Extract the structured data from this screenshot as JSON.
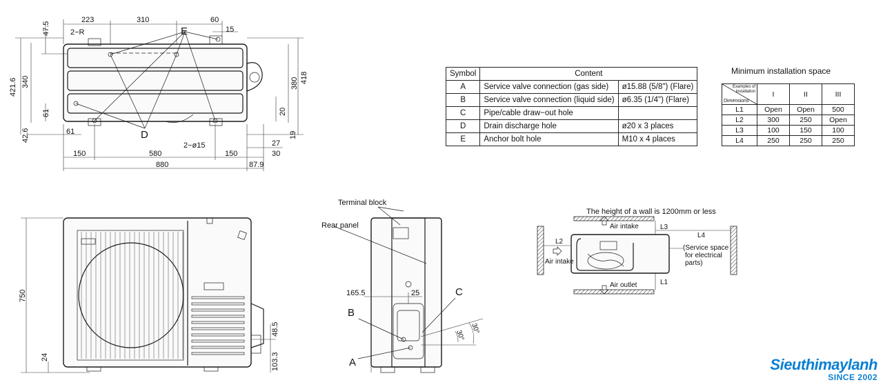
{
  "top_view": {
    "dims_top": [
      "223",
      "310",
      "60",
      "15"
    ],
    "label_2r": "2−R",
    "label_e": "E",
    "label_d": "D",
    "label_holes": "2−ø15",
    "dims_left": [
      "47.5",
      "421.6",
      "340",
      "61",
      "42.6",
      "61"
    ],
    "dims_right": [
      "380",
      "418",
      "20",
      "19",
      "27",
      "30"
    ],
    "dims_bottom": [
      "150",
      "580",
      "150",
      "880",
      "87.9"
    ]
  },
  "spec_table": {
    "headers": [
      "Symbol",
      "Content"
    ],
    "rows": [
      {
        "symbol": "A",
        "content": "Service valve connection (gas side)",
        "value": "ø15.88 (5/8\") (Flare)"
      },
      {
        "symbol": "B",
        "content": "Service valve connection (liquid side)",
        "value": "ø6.35 (1/4\") (Flare)"
      },
      {
        "symbol": "C",
        "content": "Pipe/cable draw−out hole",
        "value": ""
      },
      {
        "symbol": "D",
        "content": "Drain discharge hole",
        "value": "ø20 x 3 places"
      },
      {
        "symbol": "E",
        "content": "Anchor bolt hole",
        "value": "M10 x 4 places"
      }
    ]
  },
  "installation": {
    "title": "Minimum installation space",
    "corner_examples": "Examples of installation",
    "corner_dimensions": "Dimensions",
    "columns": [
      "I",
      "II",
      "III"
    ],
    "rows": [
      {
        "label": "L1",
        "values": [
          "Open",
          "Open",
          "500"
        ]
      },
      {
        "label": "L2",
        "values": [
          "300",
          "250",
          "Open"
        ]
      },
      {
        "label": "L3",
        "values": [
          "100",
          "150",
          "100"
        ]
      },
      {
        "label": "L4",
        "values": [
          "250",
          "250",
          "250"
        ]
      }
    ]
  },
  "front_view": {
    "dim_height": "750",
    "dim_bottom": "24",
    "dim_48": "48.5",
    "dim_103": "103.3"
  },
  "side_view": {
    "terminal_block": "Terminal block",
    "rear_panel": "Rear panel",
    "dim_165": "165.5",
    "dim_25": "25",
    "label_a": "A",
    "label_b": "B",
    "label_c": "C",
    "angle_1": "30°",
    "angle_2": "30°"
  },
  "space_diagram": {
    "wall_note": "The height of a wall is 1200mm or less",
    "air_intake_top": "Air intake",
    "air_intake_left": "Air intake",
    "air_outlet": "Air outlet",
    "l1": "L1",
    "l2": "L2",
    "l3": "L3",
    "l4": "L4",
    "service_note": [
      "(Service space",
      "for electrical",
      "parts)"
    ]
  },
  "brand": {
    "name": "Sieuthimaylanh",
    "since": "SINCE 2002"
  }
}
